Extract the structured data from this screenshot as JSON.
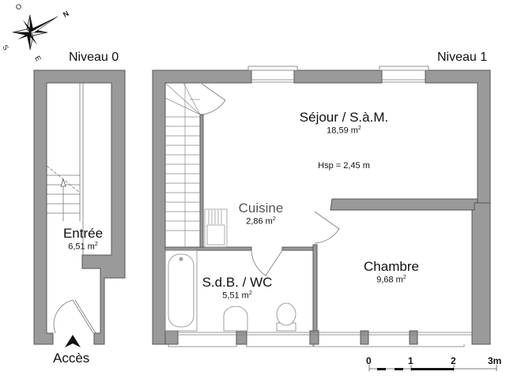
{
  "compass": {
    "north": "N",
    "south": "S",
    "east": "E",
    "west": "O"
  },
  "levels": {
    "level0": "Niveau 0",
    "level1": "Niveau 1"
  },
  "rooms": [
    {
      "name": "Entrée",
      "area": "6,51 m",
      "level": "Niveau 0"
    },
    {
      "name": "Séjour / S.à.M.",
      "area": "18,59 m",
      "level": "Niveau 1"
    },
    {
      "name": "Cuisine",
      "area": "2,86 m",
      "level": "Niveau 1"
    },
    {
      "name": "S.d.B. / WC",
      "area": "5,51 m",
      "level": "Niveau 1"
    },
    {
      "name": "Chambre",
      "area": "9,68 m",
      "level": "Niveau 1"
    }
  ],
  "area_unit_sup": "2",
  "ceiling_height": "Hsp = 2,45 m",
  "access_label": "Accès",
  "scale": {
    "ticks": [
      "0",
      "1",
      "2",
      "3m"
    ]
  },
  "colors": {
    "wall": "#9a9a9a",
    "wall_border": "#555555",
    "line": "#777777",
    "background": "#ffffff"
  }
}
